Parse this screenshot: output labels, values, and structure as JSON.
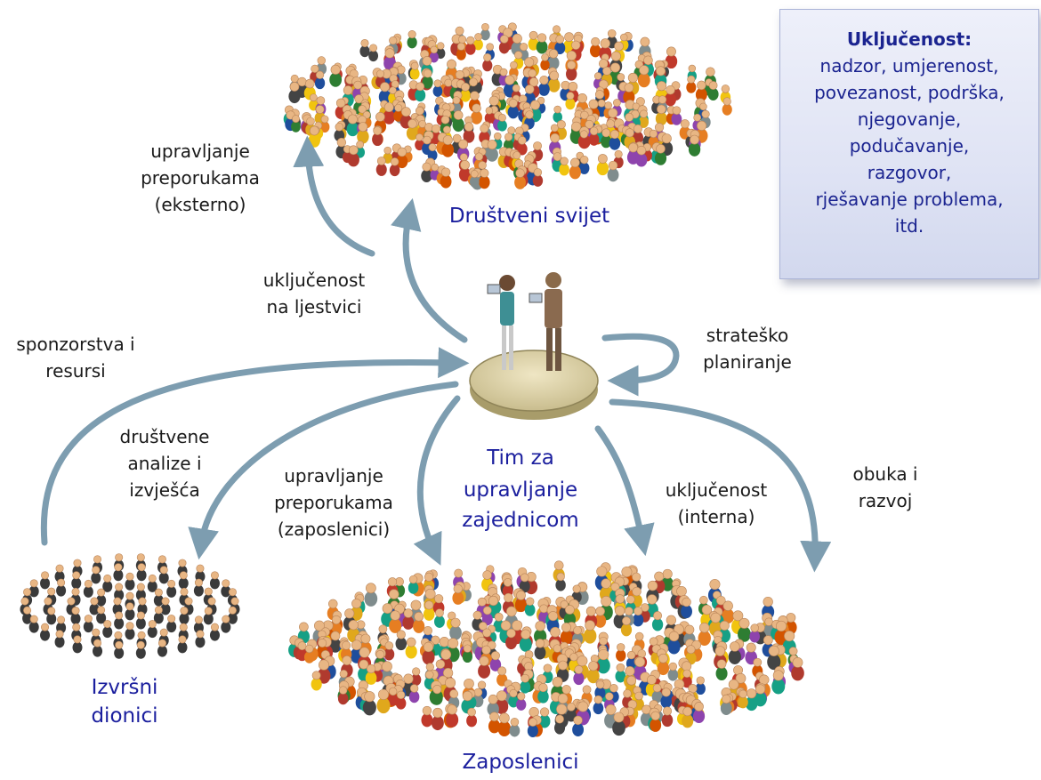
{
  "colors": {
    "arrow": "#7d9db0",
    "label_blue": "#1b1f9e",
    "box_text": "#1b2490"
  },
  "info_box": {
    "title": "Uključenost:",
    "lines": [
      "nadzor, umjerenost,",
      "povezanost, podrška,",
      "njegovanje,",
      "podučavanje,",
      "razgovor,",
      "rješavanje problema,",
      "itd."
    ]
  },
  "groups": {
    "social_world": "Društveni svijet",
    "team_line1": "Tim za",
    "team_line2": "upravljanje",
    "team_line3": "zajednicom",
    "executives_line1": "Izvršni",
    "executives_line2": "dionici",
    "employees": "Zaposlenici"
  },
  "arrow_labels": {
    "referral_external": "upravljanje\npreporukama\n(eksterno)",
    "engagement_scale": "uključenost\nna ljestvici",
    "strategic_planning": "strateško\nplaniranje",
    "sponsorships": "sponzorstva i\nresursi",
    "social_analysis": "društvene\nanalize i\nizvješća",
    "referral_employees": "upravljanje\npreporukama\n(zaposlenici)",
    "engagement_internal": "uključenost\n(interna)",
    "training": "obuka i\nrazvoj"
  }
}
